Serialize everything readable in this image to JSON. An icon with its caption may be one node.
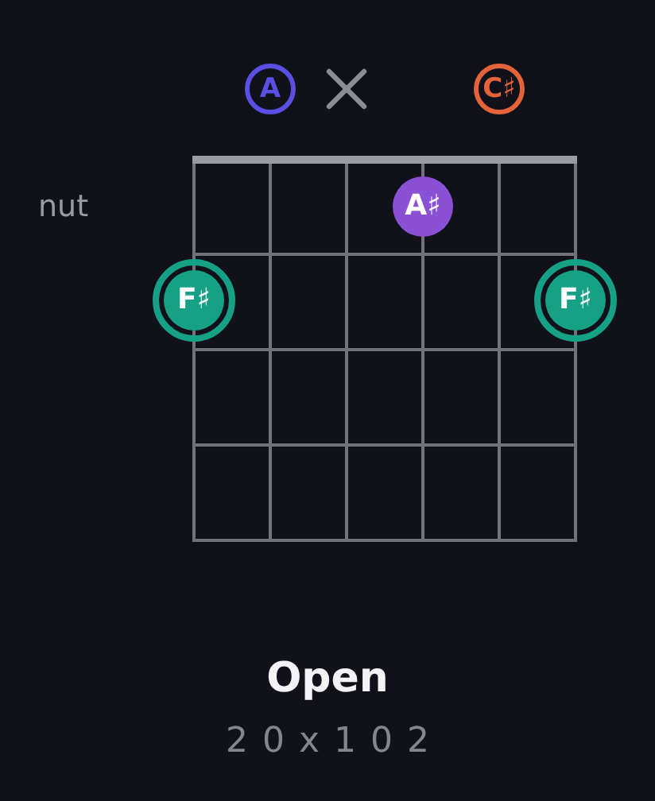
{
  "diagram": {
    "title": "Open",
    "caption": "20x102",
    "nodes": [
      {
        "text": [
          "A"
        ]
      },
      {
        "text": [
          "C♯"
        ]
      },
      {
        "text": [
          "A♯"
        ]
      },
      {
        "text": [
          "F♯"
        ]
      },
      {
        "text": [
          "F♯"
        ]
      }
    ],
    "labels": [
      "nut"
    ]
  }
}
